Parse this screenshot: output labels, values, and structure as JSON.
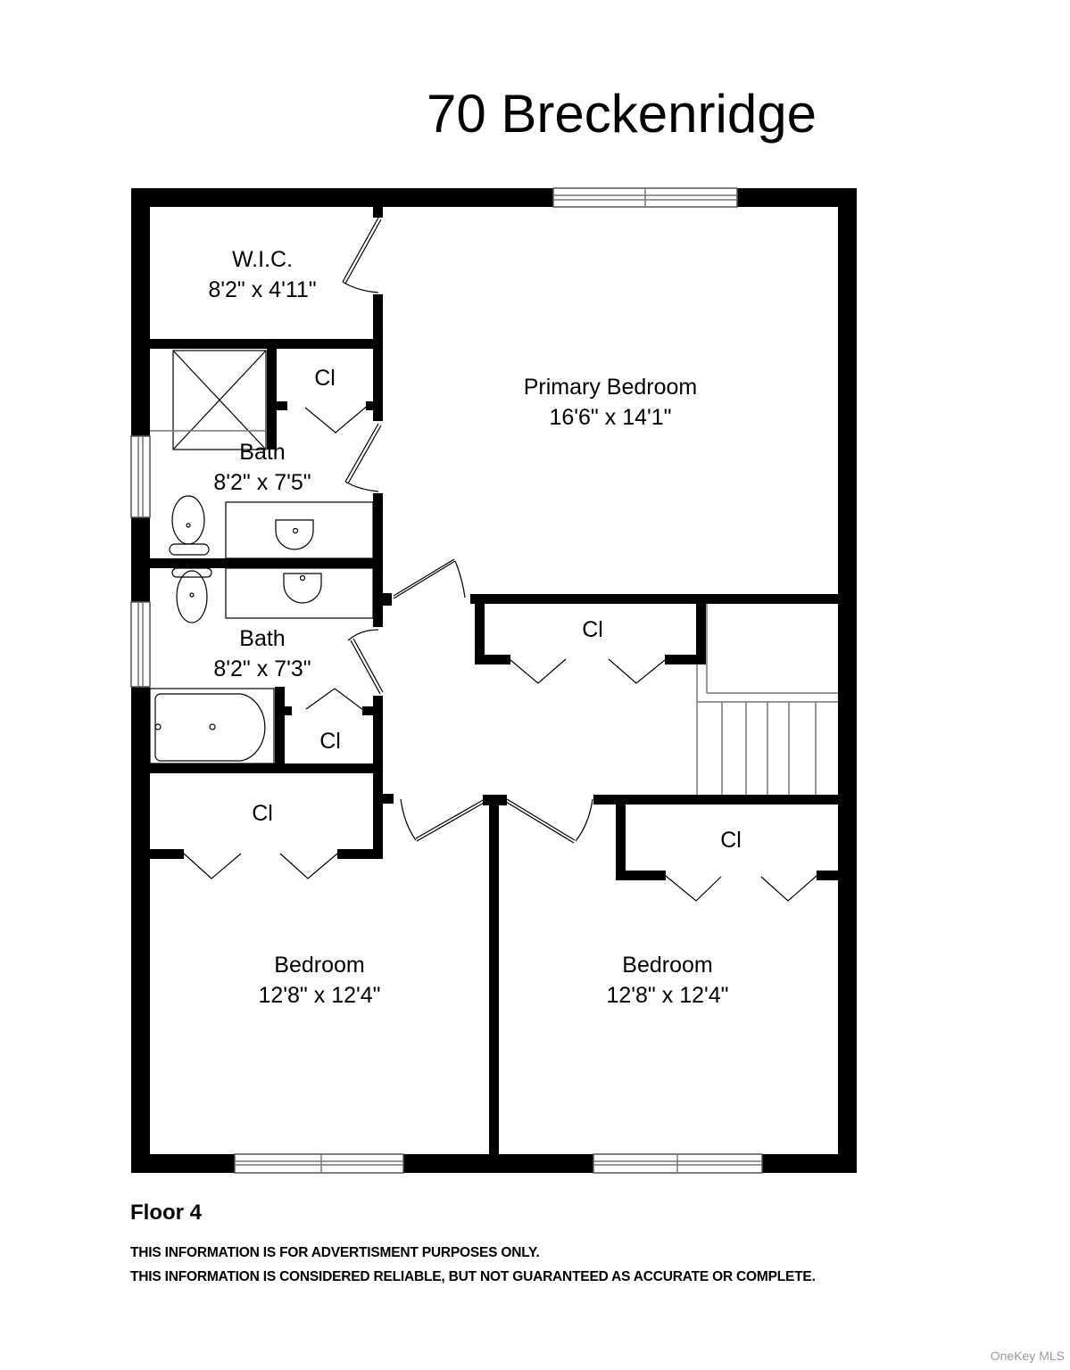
{
  "header": {
    "title": "70 Breckenridge"
  },
  "floor_label": "Floor 4",
  "disclaimer": {
    "line1": "THIS INFORMATION IS FOR ADVERTISMENT PURPOSES ONLY.",
    "line2": "THIS INFORMATION IS CONSIDERED RELIABLE, BUT NOT GUARANTEED AS ACCURATE OR COMPLETE."
  },
  "watermark": "OneKey MLS",
  "colors": {
    "wall": "#000000",
    "background": "#ffffff",
    "fixture_line": "#555555",
    "watermark": "#9a9a9a"
  },
  "rooms": {
    "wic": {
      "name": "W.I.C.",
      "dims": "8'2\" x 4'11\""
    },
    "primary_bedroom": {
      "name": "Primary Bedroom",
      "dims": "16'6\" x 14'1\""
    },
    "bath1": {
      "name": "Bath",
      "dims": "8'2\" x 7'5\""
    },
    "bath2": {
      "name": "Bath",
      "dims": "8'2\" x 7'3\""
    },
    "bedroom_left": {
      "name": "Bedroom",
      "dims": "12'8\" x 12'4\""
    },
    "bedroom_right": {
      "name": "Bedroom",
      "dims": "12'8\" x 12'4\""
    },
    "closets": [
      {
        "id": "cl-bath1",
        "name": "Cl"
      },
      {
        "id": "cl-bath2",
        "name": "Cl"
      },
      {
        "id": "cl-hall",
        "name": "Cl"
      },
      {
        "id": "cl-bedroom-left",
        "name": "Cl"
      },
      {
        "id": "cl-bedroom-right",
        "name": "Cl"
      }
    ]
  }
}
